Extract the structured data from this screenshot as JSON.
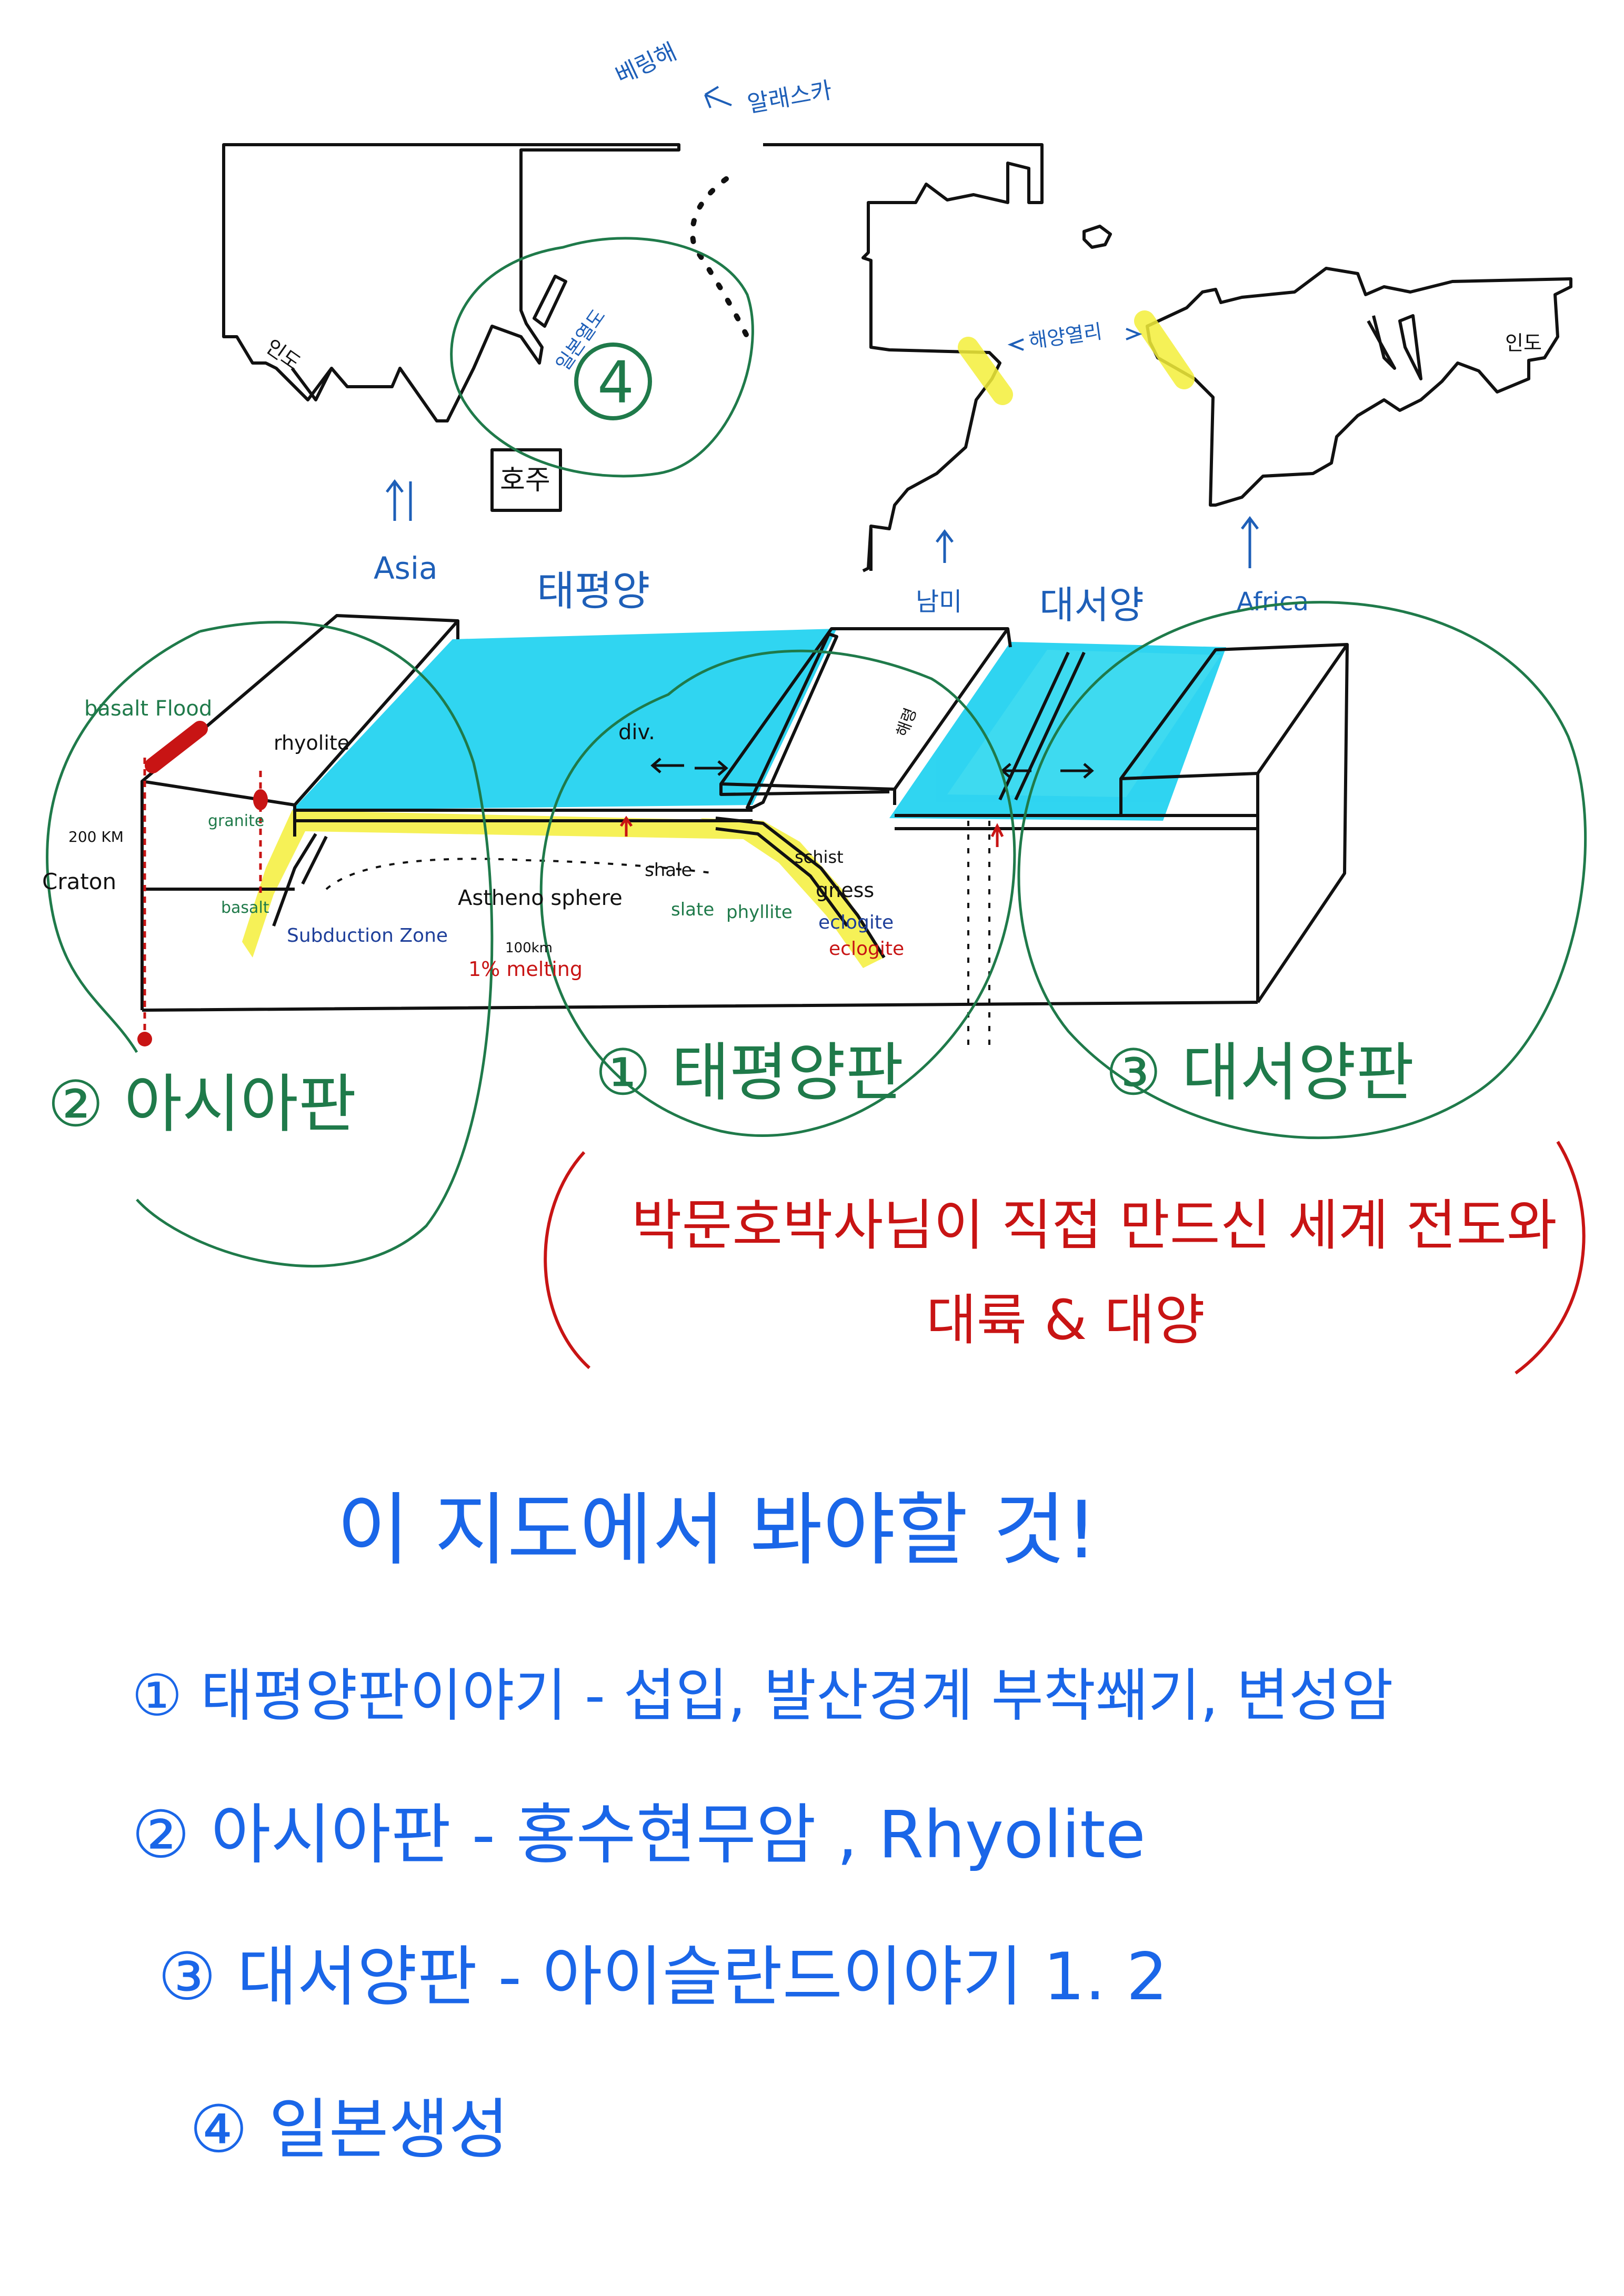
{
  "top_map": {
    "bering_sea": "베링해",
    "alaska": "알래스카",
    "india_left": "인도",
    "japan": "일본열도",
    "circle_number": "4",
    "australia": "호주",
    "asia": "Asia",
    "pacific": "태평양",
    "south_america": "남미",
    "mid_atlantic_ridge": "해양열리",
    "atlantic": "대서양",
    "africa": "Africa",
    "india_right": "인도"
  },
  "block": {
    "basalt_flood": "basalt Flood",
    "rhyolite": "rhyolite",
    "granite": "granite",
    "depth": "200 KM",
    "craton": "Craton",
    "basalt": "basalt",
    "subduction_zone": "Subduction Zone",
    "asthenosphere": "Astheno sphere",
    "depth_100": "100km",
    "melting": "1% melting",
    "div": "div.",
    "shale": "shale",
    "slate": "slate",
    "phyllite": "phyllite",
    "schist": "schist",
    "gneiss": "gness",
    "eclogite_1": "eclogite",
    "eclogite_2": "eclogite",
    "ridge_label": "해령"
  },
  "section_labels": {
    "pacific": "① 태평양판",
    "asia": "② 아시아판",
    "atlantic": "③ 대서양판"
  },
  "red_note": {
    "line1": "박문호박사님이 직접 만드신 세계 전도와",
    "line2": "대륙 & 대양"
  },
  "notes": {
    "heading": "이 지도에서 봐야할 것!",
    "item1": "① 태평양판이야기 - 섭입, 발산경계 부착쐐기, 변성암",
    "item2": "② 아시아판 - 홍수현무암 , Rhyolite",
    "item3": "③ 대서양판 - 아이슬란드이야기 1. 2",
    "item4": "④ 일본생성"
  },
  "colors": {
    "ink": "#111111",
    "green": "#1f7a4a",
    "blue_text": "#1a66e8",
    "map_blue": "#1e5fb8",
    "red": "#c81414",
    "cyan": "#19d0f0",
    "highlight": "#f4ef3a"
  }
}
